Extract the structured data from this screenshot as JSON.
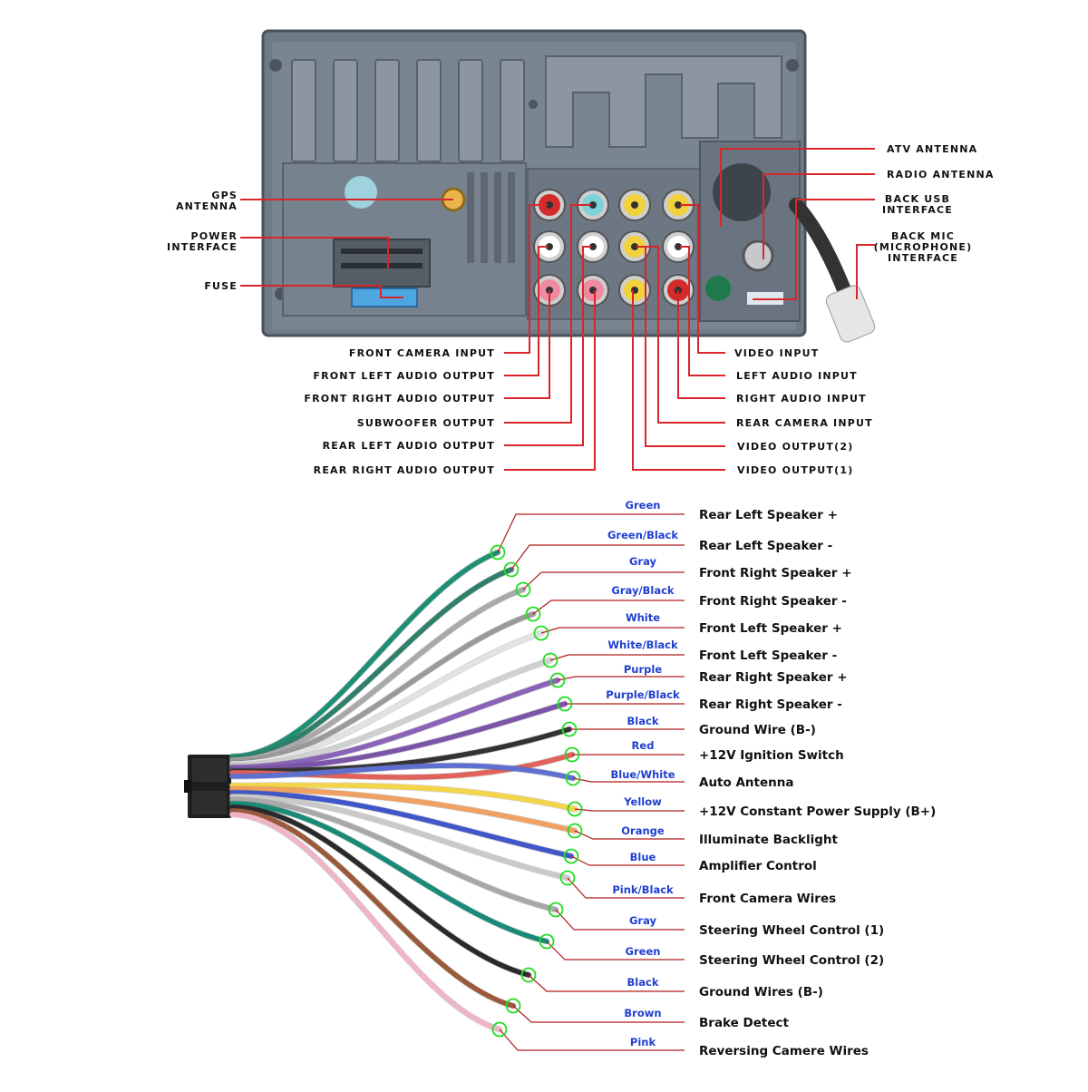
{
  "panel_labels": {
    "left": [
      {
        "id": "gps",
        "lines": [
          "GPS",
          "ANTENNA"
        ]
      },
      {
        "id": "power",
        "lines": [
          "POWER",
          "INTERFACE"
        ]
      },
      {
        "id": "fuse",
        "lines": [
          "FUSE"
        ]
      }
    ],
    "right": [
      {
        "id": "atv",
        "lines": [
          "ATV ANTENNA"
        ]
      },
      {
        "id": "radio",
        "lines": [
          "RADIO ANTENNA"
        ]
      },
      {
        "id": "usb",
        "lines": [
          "BACK USB",
          "INTERFACE"
        ]
      },
      {
        "id": "mic",
        "lines": [
          "BACK MIC",
          "(MICROPHONE)",
          "INTERFACE"
        ]
      }
    ],
    "bottom_left": [
      "FRONT CAMERA INPUT",
      "FRONT LEFT AUDIO OUTPUT",
      "FRONT RIGHT AUDIO OUTPUT",
      "SUBWOOFER OUTPUT",
      "REAR LEFT AUDIO OUTPUT",
      "REAR RIGHT AUDIO OUTPUT"
    ],
    "bottom_right": [
      "VIDEO INPUT",
      "LEFT AUDIO INPUT",
      "RIGHT AUDIO INPUT",
      "REAR CAMERA INPUT",
      "VIDEO OUTPUT(2)",
      "VIDEO OUTPUT(1)"
    ]
  },
  "wires": [
    {
      "color": "Green",
      "function": "Rear Left Speaker +",
      "hex": "#1f8f74"
    },
    {
      "color": "Green/Black",
      "function": "Rear Left Speaker -",
      "hex": "#2f7f6a"
    },
    {
      "color": "Gray",
      "function": "Front Right Speaker +",
      "hex": "#a9a9a9"
    },
    {
      "color": "Gray/Black",
      "function": "Front Right Speaker -",
      "hex": "#9a9a9a"
    },
    {
      "color": "White",
      "function": "Front Left Speaker +",
      "hex": "#e2e2e2"
    },
    {
      "color": "White/Black",
      "function": "Front Left Speaker -",
      "hex": "#d0d0d0"
    },
    {
      "color": "Purple",
      "function": "Rear Right Speaker +",
      "hex": "#8a62b8"
    },
    {
      "color": "Purple/Black",
      "function": "Rear Right Speaker -",
      "hex": "#7a55a8"
    },
    {
      "color": "Black",
      "function": "Ground Wire (B-)",
      "hex": "#333333"
    },
    {
      "color": "Red",
      "function": "+12V  Ignition Switch",
      "hex": "#e0625a"
    },
    {
      "color": "Blue/White",
      "function": "Auto Antenna",
      "hex": "#5f6fd0"
    },
    {
      "color": "Yellow",
      "function": "+12V Constant Power Supply (B+)",
      "hex": "#f3d54a"
    },
    {
      "color": "Orange",
      "function": "Illuminate Backlight",
      "hex": "#f0a060"
    },
    {
      "color": "Blue",
      "function": "Amplifier Control",
      "hex": "#3f57c9"
    },
    {
      "color": "Pink/Black",
      "function": "Front Camera Wires",
      "hex": "#c9c9c9"
    },
    {
      "color": "Gray",
      "function": "Steering Wheel Control (1)",
      "hex": "#a8a8a8"
    },
    {
      "color": "Green",
      "function": "Steering Wheel Control (2)",
      "hex": "#1a8a78"
    },
    {
      "color": "Black",
      "function": "Ground Wires (B-)",
      "hex": "#2a2a2a"
    },
    {
      "color": "Brown",
      "function": "Brake Detect",
      "hex": "#9a5a3a"
    },
    {
      "color": "Pink",
      "function": "Reversing Camere Wires",
      "hex": "#f0b5c5"
    }
  ],
  "colors": {
    "leader_red": "#d9262b",
    "wire_label_blue": "#1f3fcf",
    "marker_green": "#22dd22",
    "unit_gray": "#6b7785"
  }
}
